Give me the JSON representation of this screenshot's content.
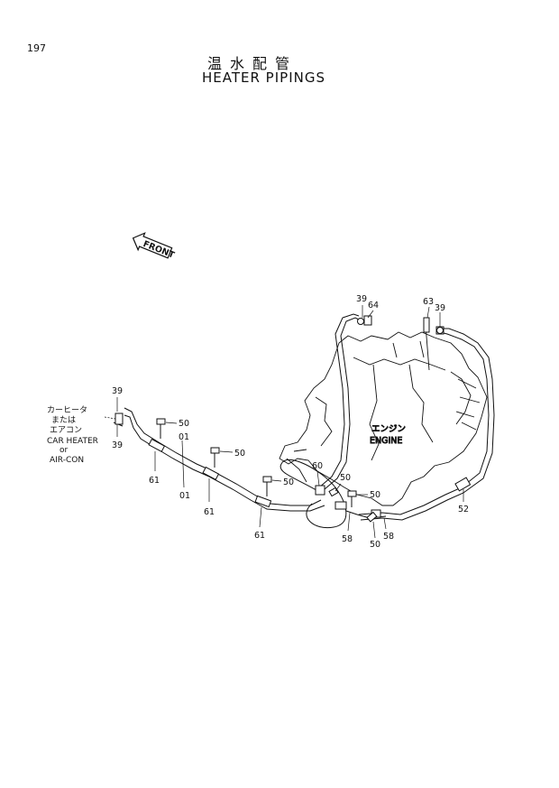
{
  "page_number": "197",
  "title_jp": "温水配管",
  "title_en": "HEATER PIPINGS",
  "front_label": "FRONT",
  "engine": {
    "label_jp": "エンジン",
    "label_en": "ENGINE"
  },
  "note": {
    "line1": "カーヒータ",
    "line2": "または",
    "line3": "エアコン",
    "line4": "CAR HEATER",
    "line5": "or",
    "line6": "AIR-CON"
  },
  "callouts": {
    "c39_top_left": "39",
    "c39_bottom_left": "39",
    "c50_a": "50",
    "c01_a": "01",
    "c61_a": "61",
    "c01_b": "01",
    "c50_b": "50",
    "c61_b": "61",
    "c50_c": "50",
    "c61_c": "61",
    "c60": "60",
    "c50_d": "50",
    "c50_e": "50",
    "c58_a": "58",
    "c50_f": "50",
    "c58_b": "58",
    "c52": "52",
    "c39_top_mid": "39",
    "c64": "64",
    "c63": "63",
    "c39_top_right": "39"
  }
}
